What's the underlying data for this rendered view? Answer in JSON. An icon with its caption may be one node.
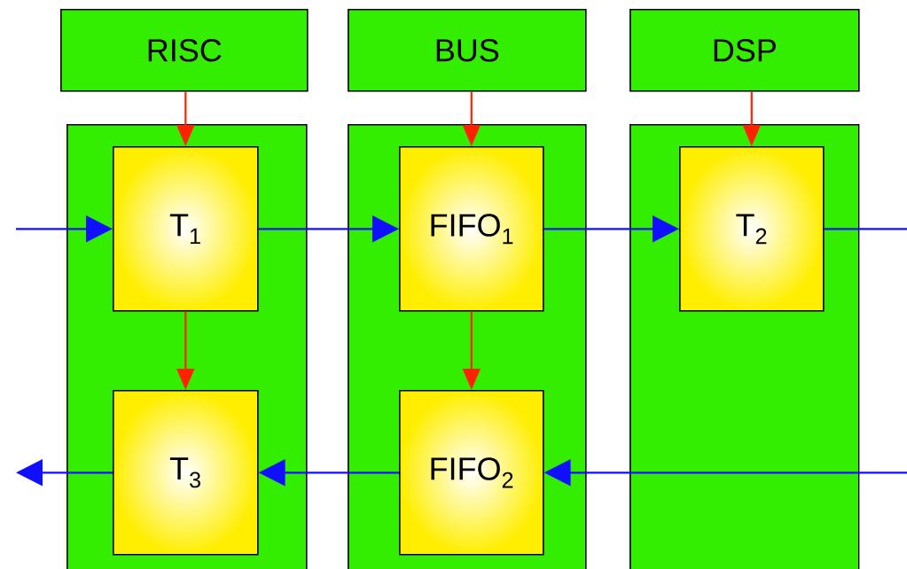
{
  "diagram": {
    "nodes": [
      {
        "text": [
          "RISC"
        ]
      },
      {
        "text": [
          "BUS"
        ]
      },
      {
        "text": [
          "DSP"
        ]
      },
      {
        "text": [],
        "shape": "box"
      },
      {
        "text": [
          "T$_{1}$"
        ],
        "in": 3
      },
      {
        "text": [
          "T$_{3}$"
        ],
        "in": 3
      },
      {
        "text": [],
        "shape": "box"
      },
      {
        "text": [
          "FIFO$_{1}$"
        ],
        "in": 6
      },
      {
        "text": [
          "FIFO$_{2}$"
        ],
        "in": 6
      },
      {
        "text": [],
        "shape": "box"
      },
      {
        "text": [
          "T$_{2}$"
        ],
        "in": 9
      }
    ],
    "edges": [
      {
        "from": 0,
        "to": 4,
        "arrow": "to",
        "color": "#ff2200"
      },
      {
        "from": 1,
        "to": 7,
        "arrow": "to",
        "color": "#ff2200"
      },
      {
        "from": 2,
        "to": 10,
        "arrow": "to",
        "color": "#ff2200"
      },
      {
        "from": 4,
        "to": 5,
        "arrow": "to",
        "color": "#ff2200"
      },
      {
        "from": 7,
        "to": 8,
        "arrow": "to",
        "color": "#ff2200"
      },
      {
        "from": null,
        "to": 4,
        "arrow": "to"
      },
      {
        "from": 4,
        "to": 7,
        "arrow": "to"
      },
      {
        "from": 7,
        "to": 10,
        "arrow": "to"
      },
      {
        "from": 10,
        "to": null,
        "arrow": "none"
      },
      {
        "from": null,
        "to": 8,
        "arrow": "to"
      },
      {
        "from": 8,
        "to": 5,
        "arrow": "to"
      },
      {
        "from": 5,
        "to": null,
        "arrow": "to"
      }
    ]
  }
}
